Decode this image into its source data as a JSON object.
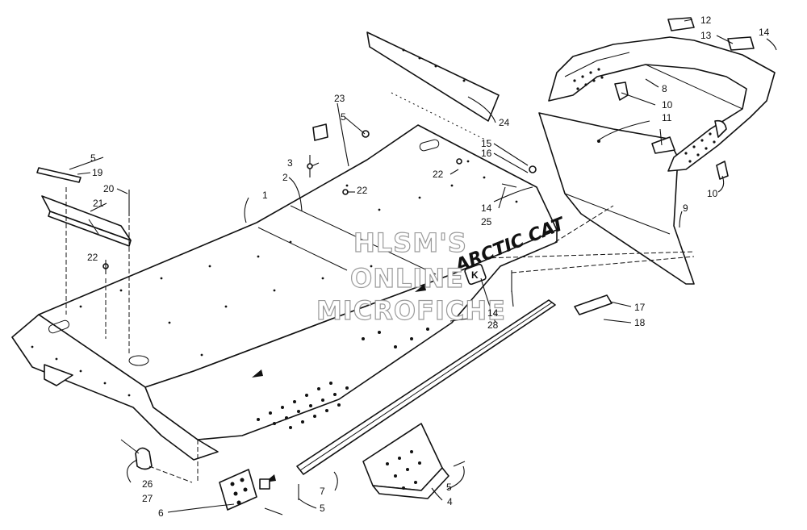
{
  "brand_decal": "ARCTIC CAT",
  "watermark": [
    "HLSM'S",
    "ONLINE",
    "MICROFICHE"
  ],
  "callouts": [
    {
      "id": "c1",
      "label": "1"
    },
    {
      "id": "c2",
      "label": "2"
    },
    {
      "id": "c3",
      "label": "3"
    },
    {
      "id": "c4",
      "label": "4"
    },
    {
      "id": "c5a",
      "label": "5"
    },
    {
      "id": "c5b",
      "label": "5"
    },
    {
      "id": "c5c",
      "label": "5"
    },
    {
      "id": "c5d",
      "label": "5"
    },
    {
      "id": "c6",
      "label": "6"
    },
    {
      "id": "c7",
      "label": "7"
    },
    {
      "id": "c8",
      "label": "8"
    },
    {
      "id": "c9",
      "label": "9"
    },
    {
      "id": "c10a",
      "label": "10"
    },
    {
      "id": "c10b",
      "label": "10"
    },
    {
      "id": "c11",
      "label": "11"
    },
    {
      "id": "c12",
      "label": "12"
    },
    {
      "id": "c13",
      "label": "13"
    },
    {
      "id": "c14a",
      "label": "14"
    },
    {
      "id": "c14b",
      "label": "14"
    },
    {
      "id": "c14c",
      "label": "14"
    },
    {
      "id": "c15",
      "label": "15"
    },
    {
      "id": "c16",
      "label": "16"
    },
    {
      "id": "c17",
      "label": "17"
    },
    {
      "id": "c18",
      "label": "18"
    },
    {
      "id": "c19",
      "label": "19"
    },
    {
      "id": "c20",
      "label": "20"
    },
    {
      "id": "c21",
      "label": "21"
    },
    {
      "id": "c22a",
      "label": "22"
    },
    {
      "id": "c22b",
      "label": "22"
    },
    {
      "id": "c22c",
      "label": "22"
    },
    {
      "id": "c23",
      "label": "23"
    },
    {
      "id": "c24",
      "label": "24"
    },
    {
      "id": "c25",
      "label": "25"
    },
    {
      "id": "c26",
      "label": "26"
    },
    {
      "id": "c27",
      "label": "27"
    },
    {
      "id": "c28",
      "label": "28"
    }
  ]
}
